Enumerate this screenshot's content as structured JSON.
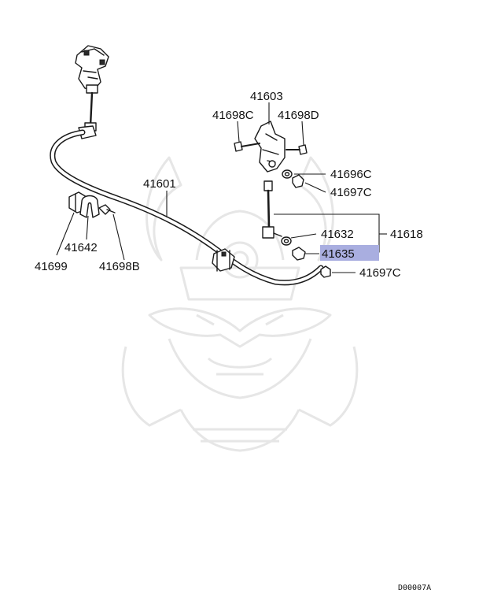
{
  "diagram": {
    "highlight_color": "#a9aee0",
    "labels": {
      "p41603": "41603",
      "p41698C": "41698C",
      "p41698D": "41698D",
      "p41696C": "41696C",
      "p41697C_upper": "41697C",
      "p41601": "41601",
      "p41632": "41632",
      "p41618": "41618",
      "p41635": "41635",
      "p41697C_lower": "41697C",
      "p41642": "41642",
      "p41699": "41699",
      "p41698B": "41698B"
    },
    "drawing_code": "D00007A",
    "watermark": "samurai-helmet-watermark"
  }
}
